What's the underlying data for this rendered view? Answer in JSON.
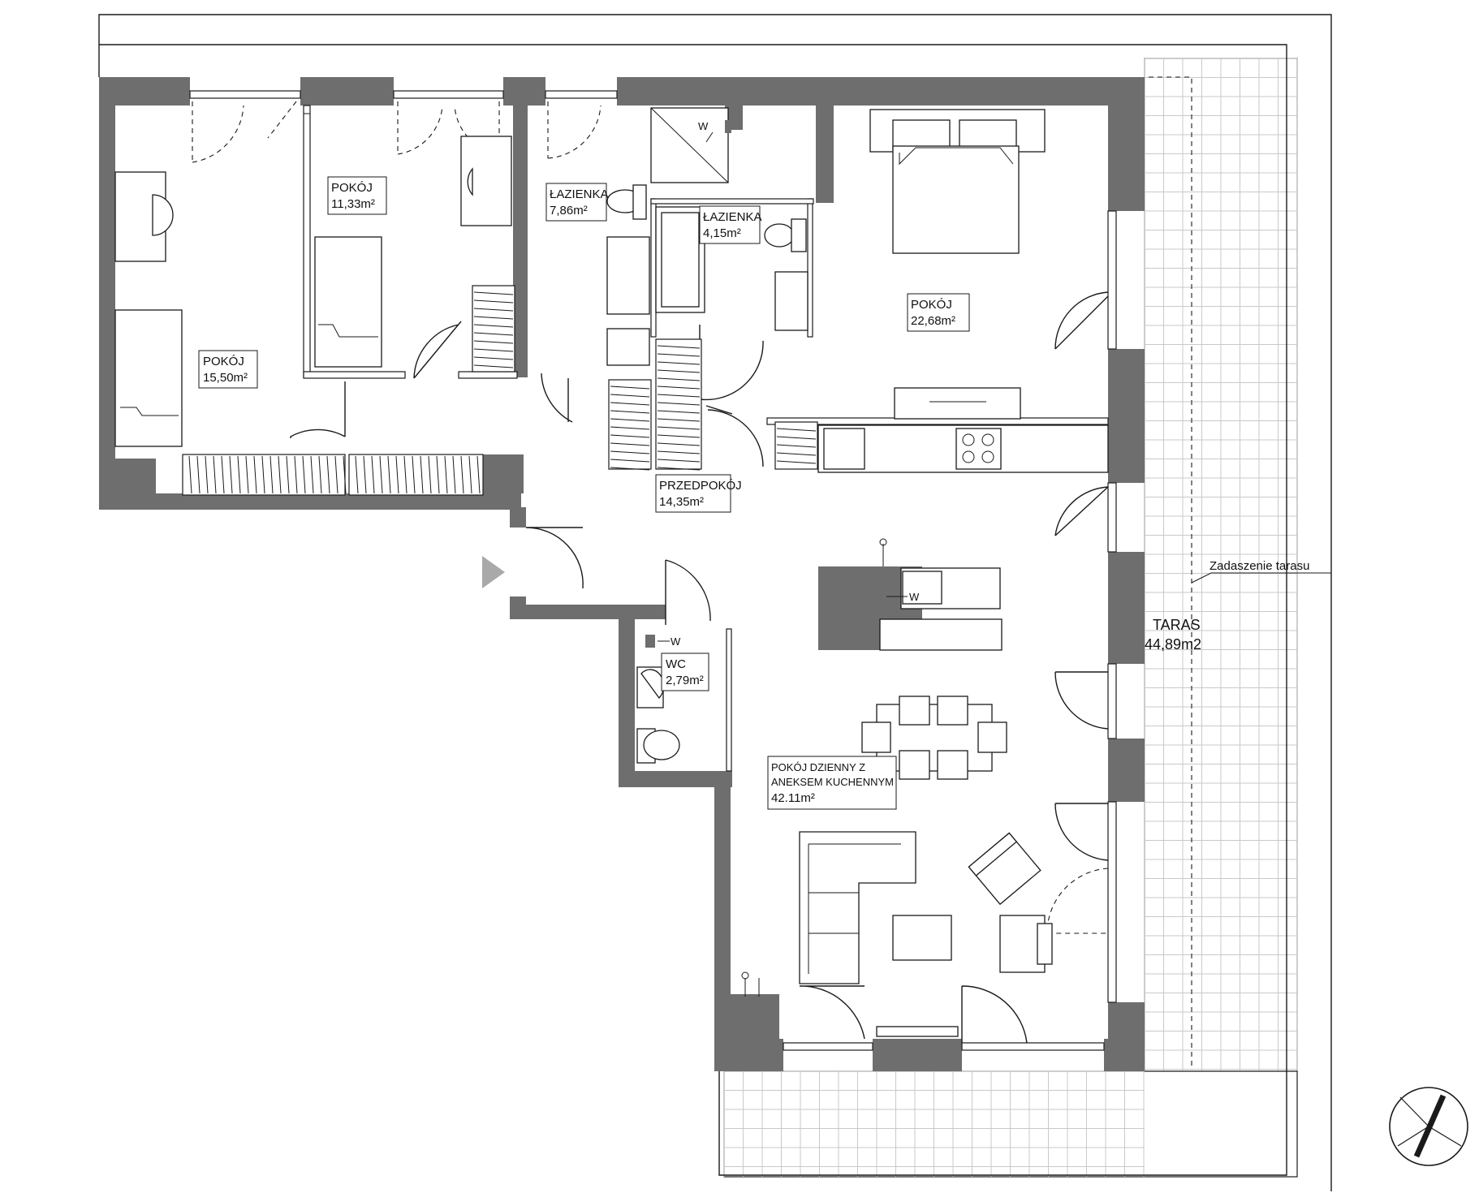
{
  "rooms": {
    "pokoj_1": {
      "name": "POKÓJ",
      "area": "15,50m²"
    },
    "pokoj_2": {
      "name": "POKÓJ",
      "area": "11,33m²"
    },
    "lazienka_1": {
      "name": "ŁAZIENKA",
      "area": "7,86m²"
    },
    "lazienka_2": {
      "name": "ŁAZIENKA",
      "area": "4,15m²"
    },
    "pokoj_3": {
      "name": "POKÓJ",
      "area": "22,68m²"
    },
    "przedpokoj": {
      "name": "PRZEDPOKÓJ",
      "area": "14,35m²"
    },
    "wc": {
      "name": "WC",
      "area": "2,79m²"
    },
    "living": {
      "name_line1": "POKÓJ DZIENNY Z",
      "name_line2": "ANEKSEM KUCHENNYM",
      "area": "42.11m²"
    },
    "taras": {
      "name": "TARAS",
      "area": "44,89m2"
    }
  },
  "annotations": {
    "roof_label": "Zadaszenie tarasu",
    "water_mark": "W"
  },
  "colors": {
    "wall": "#6e6e6e",
    "line": "#1a1a1a",
    "terrace_grid": "#c9c9c9",
    "entrance_marker": "#a9a9a9"
  }
}
